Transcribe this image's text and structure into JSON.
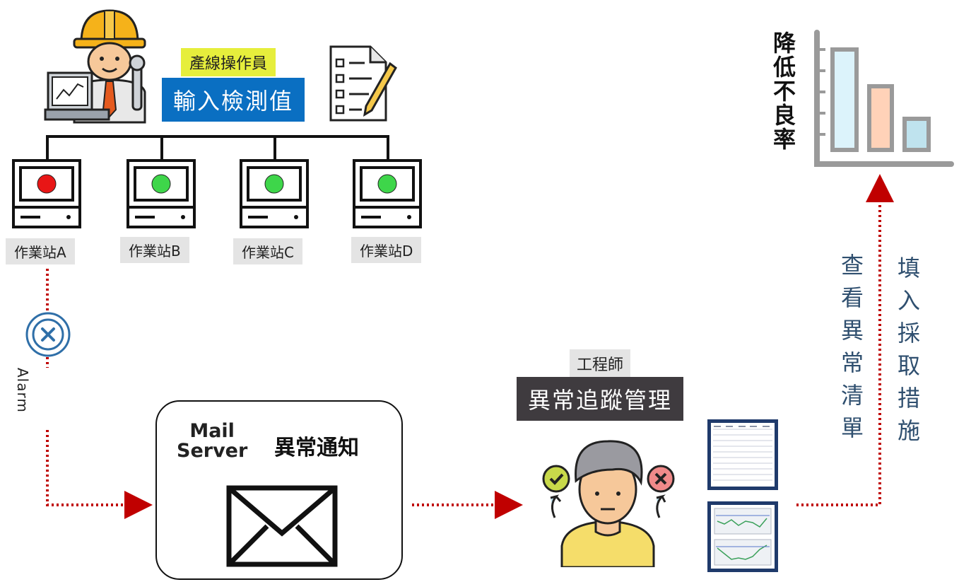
{
  "operator": {
    "role_label": "產線操作員",
    "action_label": "輸入檢測值"
  },
  "stations": [
    {
      "label": "作業站A",
      "status": "alarm",
      "light_color": "#e81616"
    },
    {
      "label": "作業站B",
      "status": "normal",
      "light_color": "#3ed64a"
    },
    {
      "label": "作業站C",
      "status": "normal",
      "light_color": "#3ed64a"
    },
    {
      "label": "作業站D",
      "status": "normal",
      "light_color": "#3ed64a"
    }
  ],
  "alarm": {
    "label": "Alarm",
    "icon": "alarm-x-icon"
  },
  "mail": {
    "server_line1": "Mail",
    "server_line2": "Server",
    "notice_label": "異常通知",
    "icon": "envelope-icon"
  },
  "engineer": {
    "role_label": "工程師",
    "action_label": "異常追蹤管理"
  },
  "result": {
    "label": "降低不良率"
  },
  "feedback": {
    "view_list": "查看異常清單",
    "fill_measures": "填入採取措施"
  },
  "colors": {
    "arrow": "#c00000",
    "operator_badge": "#e6ee3c",
    "operator_action": "#0a6fc2",
    "engineer_action": "#3f3b3f"
  }
}
